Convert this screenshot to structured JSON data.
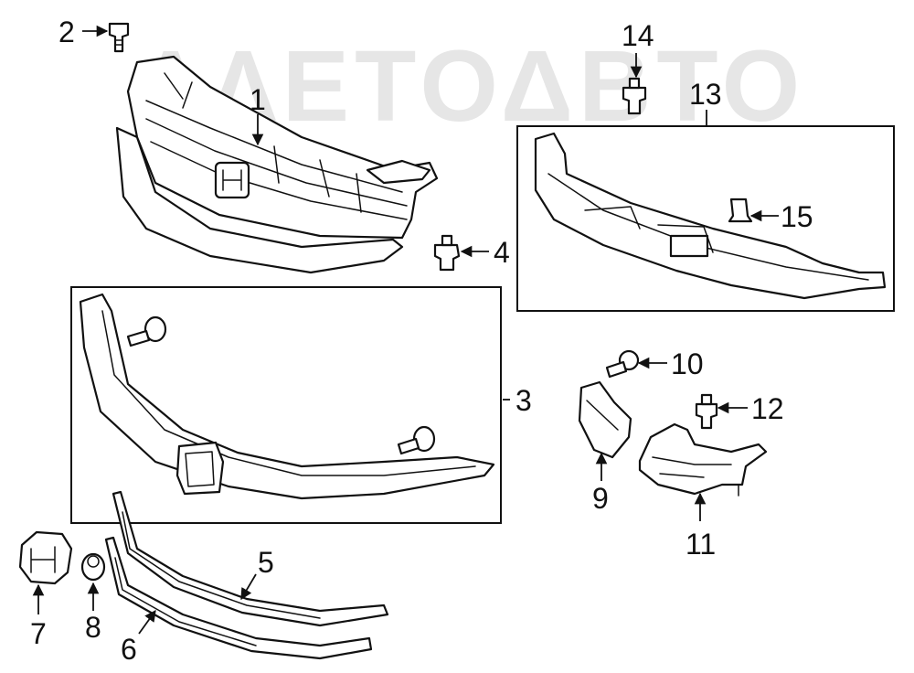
{
  "watermark": "ΛΛΕΤΟΔΒΤΟ",
  "callouts": {
    "c1": "1",
    "c2": "2",
    "c3": "3",
    "c4": "4",
    "c5": "5",
    "c6": "6",
    "c7": "7",
    "c8": "8",
    "c9": "9",
    "c10": "10",
    "c11": "11",
    "c12": "12",
    "c13": "13",
    "c14": "14",
    "c15": "15"
  }
}
